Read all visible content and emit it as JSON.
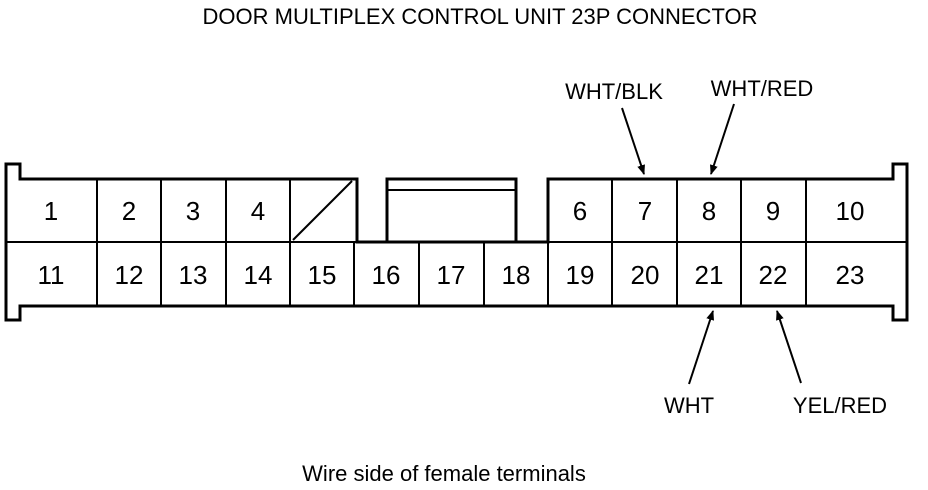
{
  "title": "DOOR MULTIPLEX CONTROL UNIT 23P CONNECTOR",
  "caption": "Wire side of female terminals",
  "terminals": {
    "t1": "1",
    "t2": "2",
    "t3": "3",
    "t4": "4",
    "t6": "6",
    "t7": "7",
    "t8": "8",
    "t9": "9",
    "t10": "10",
    "t11": "11",
    "t12": "12",
    "t13": "13",
    "t14": "14",
    "t15": "15",
    "t16": "16",
    "t17": "17",
    "t18": "18",
    "t19": "19",
    "t20": "20",
    "t21": "21",
    "t22": "22",
    "t23": "23"
  },
  "wires": {
    "t7": "WHT/BLK",
    "t8": "WHT/RED",
    "t21": "WHT",
    "t22": "YEL/RED"
  }
}
